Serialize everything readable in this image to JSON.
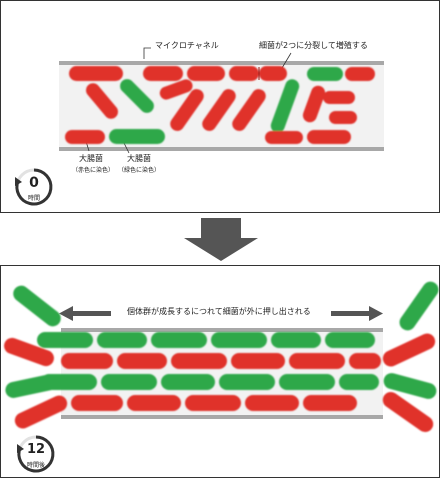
{
  "top_panel": {
    "channel_label": "マイクロチャネル",
    "division_label": "細菌が2つに分裂して増殖する",
    "ecoli_red_label": "大腸菌",
    "ecoli_red_sub": "（赤色に染色）",
    "ecoli_green_label": "大腸菌",
    "ecoli_green_sub": "（緑色に染色）",
    "clock_value": "0",
    "clock_unit": "時間"
  },
  "bottom_panel": {
    "push_label": "個体群が成長するにつれて細菌が外に押し出される",
    "clock_value": "12",
    "clock_unit": "時間後"
  },
  "colors": {
    "red": "#e0302a",
    "green": "#2ea84a",
    "channel_wall": "#a8a8a8",
    "arrow": "#555555"
  }
}
